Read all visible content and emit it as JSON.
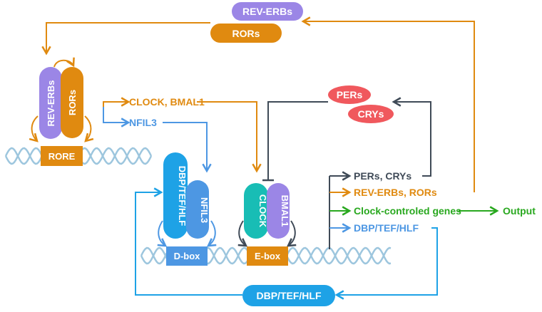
{
  "colors": {
    "orange": "#E08A10",
    "purple": "#9B86E6",
    "blue": "#4D97E3",
    "teal": "#18BDB5",
    "red": "#F0585D",
    "green": "#29A81F",
    "dark": "#3F4A57",
    "dna": "#9DC6DE",
    "cyan": "#1EA2E6"
  },
  "top_pills": {
    "rev_erbs": "REV-ERBs",
    "rors": "RORs"
  },
  "rore_site": {
    "box": "RORE",
    "left_protein": "REV-ERBs",
    "right_protein": "RORs"
  },
  "middle_labels": {
    "clock_bmal1": "CLOCK, BMAL1",
    "nfil3": "NFIL3"
  },
  "pers_crys": {
    "pers": "PERs",
    "crys": "CRYs"
  },
  "dbox_site": {
    "box": "D-box",
    "left_protein": "DBP/TEF/HLF",
    "right_protein": "NFIL3"
  },
  "ebox_site": {
    "box": "E-box",
    "left_protein": "CLOCK",
    "right_protein": "BMAL1"
  },
  "outputs": {
    "pers_crys": "PERs, CRYs",
    "rev_rors": "REV-ERBs, RORs",
    "clock_controlled": "Clock-controled genes",
    "output": "Output",
    "dbp": "DBP/TEF/HLF"
  },
  "bottom_pill": "DBP/TEF/HLF"
}
